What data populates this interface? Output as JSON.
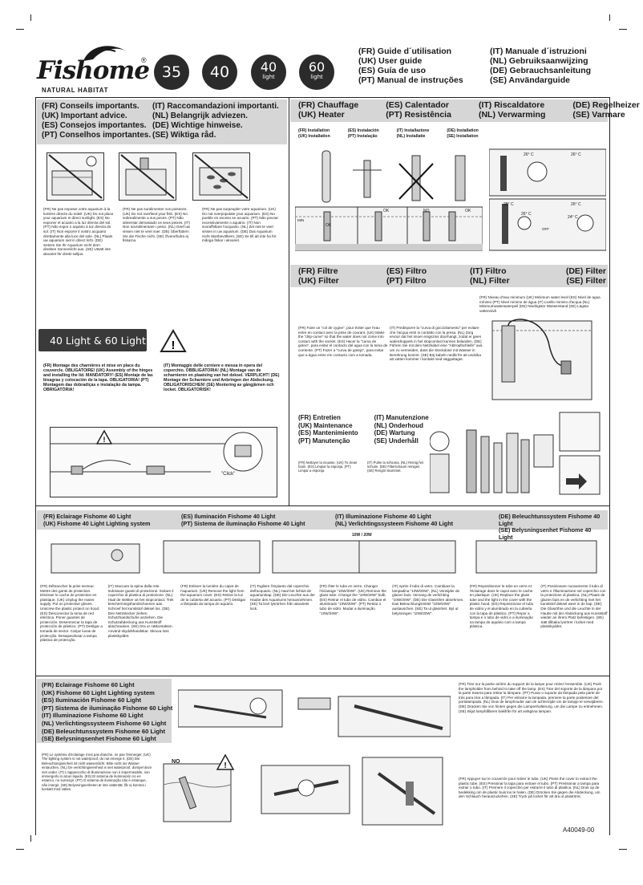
{
  "brand": {
    "name": "Fishome",
    "registered": "®",
    "tagline": "NATURAL HABITAT"
  },
  "models": [
    {
      "number": "35",
      "sub": ""
    },
    {
      "number": "40",
      "sub": ""
    },
    {
      "number": "40",
      "sub": "light"
    },
    {
      "number": "60",
      "sub": "light"
    }
  ],
  "guide_titles": {
    "col1": [
      "(FR) Guide d´utilisation",
      "(UK) User guide",
      "(ES) Guía de uso",
      "(PT) Manual de instruções"
    ],
    "col2": [
      "(IT) Manuale d´istruzioni",
      "(NL) Gebruiksaanwijzing",
      "(DE) Gebrauchsanleitung",
      "(SE) Användarguide"
    ]
  },
  "important": {
    "col1": [
      "(FR) Conseils importants.",
      "(UK) Important advice.",
      "(ES) Consejos importantes.",
      "(PT) Conselhos importantes."
    ],
    "col2": [
      "(IT) Raccomandazioni importanti.",
      "(NL) Belangrijk adviezen.",
      "(DE) Wichtige hinweise.",
      "(SE) Wiktiga råd."
    ],
    "warn1": "(FR) Ne pas exposer votre aquarium à la lumière directe du soleil. (UK) Do not place your aquarium in direct sunlight. (ES) No exponer el acuario a la luz directa del sol. (PT) Não expor o aquário à luz directa do sol. (IT) Non esporre il vostro acquario direttamente alla luce del sole. (NL) Plaats uw aquarium niet in direct licht. (DE) Setzen Sie Ihr Aquarium nicht dem direkten Sonnenlicht aus. (SE) Utsätt inte akvariet för direkt solljus.",
    "warn2": "(FR) Ne pas suralimenter vos poissons. (UK) Do not overfeed your fish. (ES) No sobrealimente a sus peces. (PT) Não alimentar demasiado os seus peixes. (IT) Non sovralimentare i pesci. (NL) Geef uw vissen niet te veel voer. (DE) Überfüttern Sie die Fische nicht. (SE) Överutfodra ej fiskarna.",
    "warn3": "(FR) Ne pas surpeupler votre aquarium. (UK) Do not overpopulate your aquarium. (ES) No pueble en exceso se acuario. (PT) Não povoar excessivamente o aquário. (IT) Non sovraffollare l'acquario. (NL) Zet niet te veel vissen in uw aquarium. (DE) Das Aquarium nicht überbevölkern. (SE) Se till att inte ha för många fiskar i akvariet."
  },
  "light_section": {
    "title": "40 Light & 60 Light",
    "text_left": "(FR) Montage des charnières et mise en place du couvercle. OBLIGATOIRE! (UK) Assembly of the hinges and installing the lid. MANDATORY! (ES) Montaje de las bisagras y colocación de la tapa. OBLIGATORIA! (PT) Montagem das dobradiças e instalação da tampa. OBRIGATÓRIA!",
    "text_right": "(IT) Montaggio delle cerniere e messa in opera del coperchio. OBBLIGATORIA! (NL) Montage van de scharnieren en plaatsing van het deksel. VERPLICHT! (DE) Montage der Scharniere und Anbringen der Abdeckung. OBLIGATORISCHEN! (SE) Montering av gångjärnen och locket. OBLIGATORISK!",
    "click": "\"Click\""
  },
  "heater": {
    "headers": [
      "(FR) Chauffage",
      "(UK) Heater",
      "(ES) Calentador",
      "(PT) Resistência",
      "(IT) Riscaldatore",
      "(NL) Verwarming",
      "(DE) Regelheizer",
      "(SE) Varmare"
    ],
    "install": [
      "(FR) Installation",
      "(UK) Installation",
      "(ES) Instalación",
      "(PT) Instalação",
      "(IT) Installazione",
      "(NL) Installatie",
      "(DE) Installation",
      "(SE) Installation"
    ],
    "min_label": "MIN",
    "ok": "OK",
    "no": "NO",
    "off": "OFF",
    "temps": [
      "26° C",
      "26° C",
      "28° C",
      "26° C",
      "26° C",
      "24° C"
    ]
  },
  "filter": {
    "headers": [
      "(FR) Filtre",
      "(UK) Filter",
      "(ES) Filtro",
      "(PT) Filtro",
      "(IT) Filtro",
      "(NL) Filter",
      "(DE) Filter",
      "(SE) Filter"
    ],
    "water_level": "(FR) Niveau d'eau minimum (UK) Minimum water level (ES) Nivel de agua mínimo (PT) Nível mínimo de água (IT) Livello minimo d'acqua (NL) Minimumwaterwaterpeil (DE) Niedrigster Wasserstand (SE) Lägsta vattennivå",
    "text_left": "(FR) Faire un \"col de cygne\", pour éviter que l'eau entre en contact avec la prise de courant. (UK) Make the \"drip-curve\" so that the water does not come into contact with the socket. (ES) Hacer la \"curva de goteo\", para evitar el contacto del agua con la toma de corriente. (PT) Fazer a \"curva de gotejo\", para evitar que a água entre em contacto com a tomada.",
    "text_right": "(IT) Predisporre la \"curva di gocciolamento\" per evitare che l'acqua entri in contatto con la presa. (NL) Zorg ervoor dat het snoer enigszins doorhangt, zodat er geen waterdruppels in het stopcontact kunnen belanden. (DE) Führen Sie mit dem Netzkabel eine \"Abtropfschleife\" aus, um zu vermeiden, dass die Steckdose mit Wasser in Berührung kommt. (SE) Böj kabeln nedåt för att undvika att vatten kommer i kontakt med vägguttaget."
  },
  "maintenance": {
    "col1": [
      "(FR) Entretien",
      "(UK) Maintenance",
      "(ES) Mantenimiento",
      "(PT) Manutenção"
    ],
    "col2": [
      "(IT) Manutenzione",
      "(NL) Onderhoud",
      "(DE) Wartung",
      "(SE) Underhåll"
    ],
    "small1": "(FR) Nettoyer la mousse. (UK) To clean foam. (ES) Limpiar la esponja. (PT) Limpar a esponja.",
    "small2": "(IT) Pulire la schiuma. (NL) Reinig het schuim. (DE) Filterschaum reinigen. (SE) Rengör skummet."
  },
  "lighting40": {
    "titles": [
      [
        "(FR) Eclairage Fishome 40 Light",
        "(UK) Fishome 40 Light Lighting system"
      ],
      [
        "(ES) Iluminación Fishome 40 Light",
        "(PT) Sistema de iluminação Fishome 40 Light"
      ],
      [
        "(IT) Illuminazione Fishome 40 Light",
        "(NL) Verlichtingssysteem Fishome 40 Light"
      ],
      [
        "(DE) Beleuchtunssystem Fishome 40 Light",
        "(SE) Belysningsenhet Fishome 40 Light"
      ]
    ],
    "watts": "10W / 20W",
    "t1": "(FR) Débrancher la prise secteur. Mettre des gants de protection. Dévisser le cache de protection en plastique. (UK) Unplug the mains supply. Put on protective gloves. Unscrew the plastic protect on hood. (ES) Desconectar la toma de red eléctrica. Poner guantes de protección. Desenroscar la tapa de protección de plástico. (PT) Desligar a tomada de sector. Calçar luvas de protecção. Desaparafusar a tampa plástica de protecção.",
    "t2": "(IT) Staccare la spina dalla rete. Indossare guanti di protezione. Svitare il coperchio di plastica di protezione. (NL) Haal de stekker uit het stopcontact. Trek beschermingshandschoenen aan. Schroef het kunststof deksel los. (DE) Den Netzstecker ziehen. Schutzhandschuhe anziehen. Die Schutzabdeckung aus Kunststoff abschrauben. (SE) Dra ur nätkontakten. Använd skyddshandskar. Skruva loss plastskyddet.",
    "t3": "(FR) Enlever la lumière du capot de l'aquarium. (UK) Remove the light from the aquarium cover. (ES) Retirar la luz de la cubierta del acuario. (PT) Desligar a lâmpada da tampa do aquário.",
    "t4": "(IT) Togliere l'impianto dal coperchio dell'acquario. (NL) Haal het lichtuit de aquariumkap. (DE) Die Leuchte aus der Haube des Aquariums herausnehmen. (SE) Ta bort lysrörhen från akvariets lock.",
    "t5": "(FR) Ôter le tube en verre. Changer l'éclairage \"10W/20W\". (UK) Remove the glass tube. Change the \"10W/20W\" bulb. (ES) Retirar el tubo de vidrio. Cambiar el alumbrado \"10W/20W\". (PT) Retirar o tubo de vidro. Mudar a iluminação \"10W/20W\".",
    "t6": "(IT) Aprire il tubo di vetro. Cambiare la lampadina \"10W/20W\". (NL) Verwijder de glazen buis. Vervang de verlichting \"10W/20W\". (DE) Die Glasröhre abnehmen. Das Beleuchtungsmittel \"10W/20W\" austauschen. (SE) Ta ut glasröret. Byt ut belysningen \"10W/20W\".",
    "t7": "(FR) Repositionner le tube en verre et l'éclairage dans le capot avec le cache en plastique. (UK) Replace the glass tube and the light in the cover with the plastic hood. (ES) Reposicionar el tubo de vidrio y el alumbrado en la cubierta con la tapa de plástico. (PT) Repor a tampa e o tubo de vidro e a iluminação na tampa do aquário com a tampa plástica.",
    "t8": "(IT) Posizionare nuovamente il tubo di vetro e l'illuminazione nel coperchio con la protezione di plastica. (NL) Plaats de glazen buis en de verlichting met het kunststof deksel weer in de kap. (DE) Die Glasröhre und die Leuchte in der Haube mit der Abdeckung aus Kunststoff wieder an ihrem Platz befestigen. (SE) Sätt tillbaka lysröret i locket med plastskyddet."
  },
  "lighting60": {
    "titles": [
      "(FR) Eclairage Fishome 60 Light",
      "(UK) Fishome 60 Light Lighting system",
      "(ES) Iluminación Fishome 60 Light",
      "(PT) Sistema de iluminação Fishome 60 Light",
      "(IT) Illuminazione Fishome 60 Light",
      "(NL) Verlichtingssysteem Fishome 60 Light",
      "(DE) Beleuchtunssystem Fishome 60 Light",
      "(SE) Belysningsenhet Fishome 60 Light"
    ],
    "waterproof": "(FR) Le système d'éclairage n'est pas étanche, ne pas l'immerger. (UK) The lighting system is not waterproof, do not emerge it. (DE) Die Beleuchtungseinheit ist nicht wasserdicht. Bitte nicht ins Wasser eintauchen. (NL) De verlichtingseenheid is niet waterproof, dompel deze niet onder. (IT) L'apparecchio di illuminazione non è impermeabile, non immergerlo in alcun liquido. (ES) El sistema de iluminación no es estanco, no sumergir. (PT) O sistema de iluminação não é estanque, não imergir. (SE) Belysningsenheten är inte vattentät, får ej komma i kontakt med vatten.",
    "no": "NO",
    "step1": "(FR) Tirer sur la partie arrière du support de la lampe pour retirer l'ensemble. (UK) Push the lampholder from behind to take off the lamp. (ES) Tirar del soporte de la lámpara por la parte trasera para retirar la lámpara. (PT) Puxar o suporte da lâmpada pela parte de trás para tirar a lâmpada. (IT) Per estrarre la lampada, premere la parte posteriore del portalampada. (NL) Duw de lamphouder aan de achterzijde om de lampje te verwijderen. (DE) Drücken Sie von hinten gegen die Lampenhalterung, um die Lampe zu entnehmen. (SE) Skjut lamphållaren bakifrån för att avlägsna lampan.",
    "step2": "(FR) Appuyer sur le couvercle pour retirer le tube. (UK) Press the cover to extract the plastic tube. (ES) Presionar la tapa para extraer el tubo. (PT) Pressionar a tampa para extrair o tubo. (IT) Premere il coperchio per estrarre il tubo di plastica. (NL) Druk op de bedekking om de plastic buis los te halen. (DE) Drücken Sie gegen die Abdeckung, um den Schlauch herauszuziehen. (SE) Tryck på locket för att dra ut plaströret."
  },
  "footer": {
    "code": "A40049-00"
  }
}
